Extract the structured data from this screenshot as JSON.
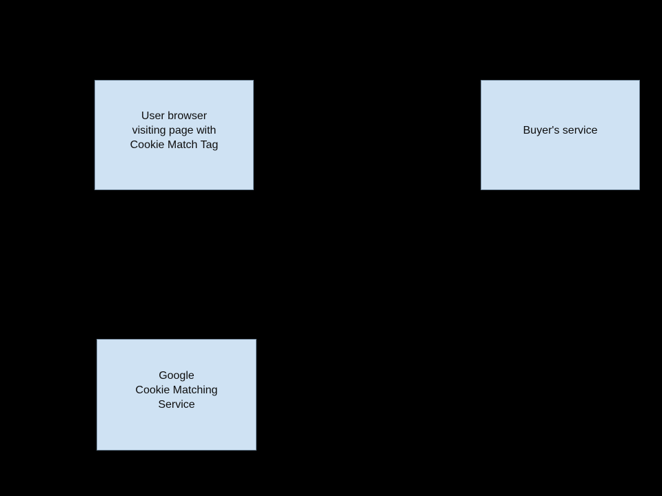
{
  "diagram": {
    "type": "flow-diagram",
    "background_color": "#000000",
    "node_fill_color": "#cfe2f3",
    "node_border_color": "#6e8498",
    "node_text_color": "#0d0d0d",
    "nodes": [
      {
        "id": "user-browser",
        "label": "User browser\nvisiting page with\nCookie Match Tag"
      },
      {
        "id": "buyers-service",
        "label": "Buyer's service"
      },
      {
        "id": "google-cookie-matching",
        "label": "Google\nCookie Matching\nService"
      }
    ]
  }
}
